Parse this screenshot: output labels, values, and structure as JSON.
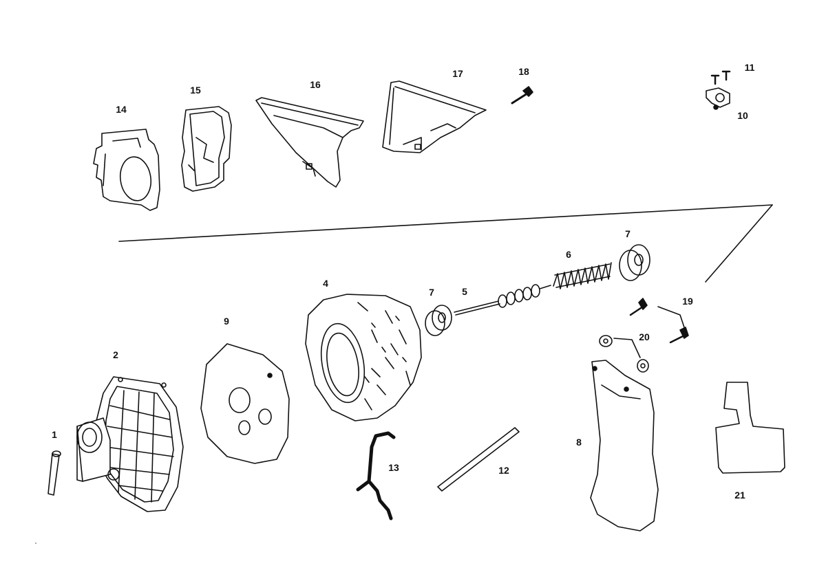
{
  "callouts": [
    {
      "id": "c1",
      "text": "1"
    },
    {
      "id": "c2",
      "text": "2"
    },
    {
      "id": "c4",
      "text": "4"
    },
    {
      "id": "c5",
      "text": "5"
    },
    {
      "id": "c6",
      "text": "6"
    },
    {
      "id": "c7a",
      "text": "7"
    },
    {
      "id": "c7b",
      "text": "7"
    },
    {
      "id": "c8",
      "text": "8"
    },
    {
      "id": "c9",
      "text": "9"
    },
    {
      "id": "c10",
      "text": "10"
    },
    {
      "id": "c11",
      "text": "11"
    },
    {
      "id": "c12",
      "text": "12"
    },
    {
      "id": "c13",
      "text": "13"
    },
    {
      "id": "c14",
      "text": "14"
    },
    {
      "id": "c15",
      "text": "15"
    },
    {
      "id": "c16",
      "text": "16"
    },
    {
      "id": "c17",
      "text": "17"
    },
    {
      "id": "c18",
      "text": "18"
    },
    {
      "id": "c19",
      "text": "19"
    },
    {
      "id": "c20",
      "text": "20"
    },
    {
      "id": "c21",
      "text": "21"
    }
  ]
}
